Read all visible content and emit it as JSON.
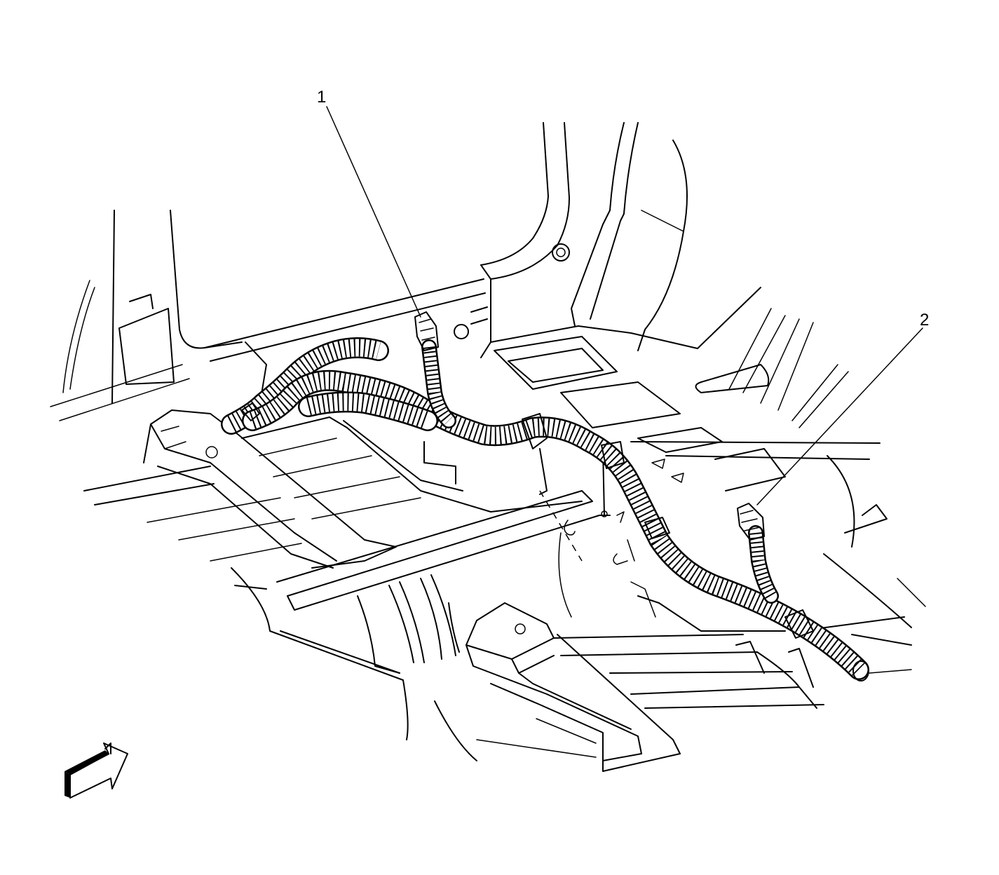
{
  "callouts": [
    {
      "id": "1",
      "label": "1",
      "description": ""
    },
    {
      "id": "2",
      "label": "2",
      "description": ""
    }
  ],
  "colors": {
    "ink": "#000000",
    "paper": "#ffffff"
  },
  "icons": {
    "view_direction": "view-direction-arrow-icon"
  }
}
